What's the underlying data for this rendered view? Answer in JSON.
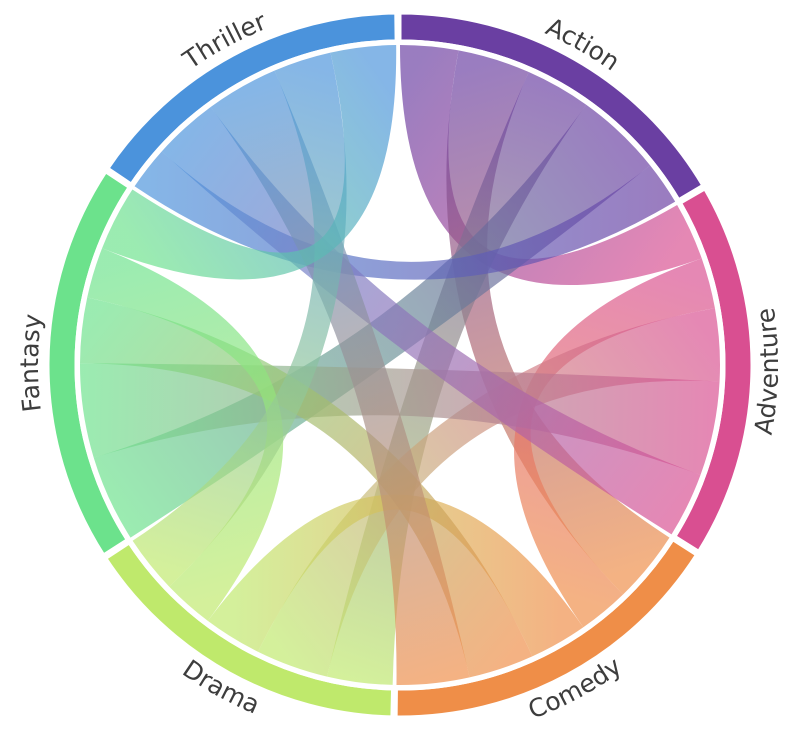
{
  "chart_data": {
    "type": "chord",
    "title": "",
    "groups": [
      "Action",
      "Adventure",
      "Comedy",
      "Drama",
      "Fantasy",
      "Thriller"
    ],
    "colors": [
      "#6a3fa2",
      "#d94f91",
      "#ef8e48",
      "#bfe96c",
      "#6ce28c",
      "#4b93dc"
    ],
    "matrix": [
      [
        0,
        8,
        10,
        9,
        12,
        6
      ],
      [
        8,
        0,
        7,
        10,
        13,
        9
      ],
      [
        10,
        7,
        0,
        8,
        9,
        10
      ],
      [
        9,
        10,
        8,
        0,
        7,
        8
      ],
      [
        12,
        13,
        9,
        7,
        0,
        9
      ],
      [
        6,
        9,
        10,
        8,
        9,
        0
      ]
    ],
    "legend": "none"
  }
}
